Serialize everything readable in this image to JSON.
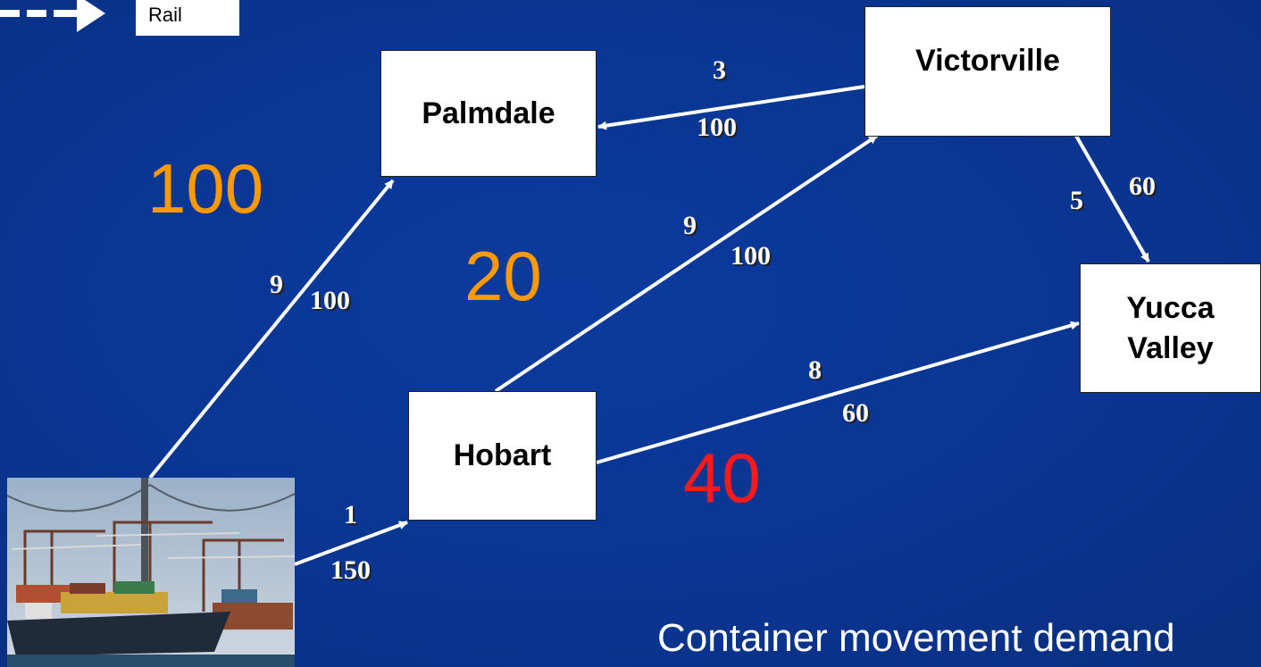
{
  "legend": {
    "label": "Rail"
  },
  "nodes": {
    "palmdale": "Palmdale",
    "victorville": "Victorville",
    "hobart": "Hobart",
    "yucca": "Yucca\nValley"
  },
  "edges": [
    {
      "id": "port-palmdale",
      "cost": "9",
      "capacity": "100"
    },
    {
      "id": "port-hobart",
      "cost": "1",
      "capacity": "150"
    },
    {
      "id": "victorville-palmdale",
      "cost": "3",
      "capacity": "100"
    },
    {
      "id": "hobart-victorville",
      "cost": "9",
      "capacity": "100"
    },
    {
      "id": "hobart-yucca",
      "cost": "8",
      "capacity": "60"
    },
    {
      "id": "victorville-yucca",
      "cost": "5",
      "capacity": "60"
    }
  ],
  "demands": {
    "palmdale": "100",
    "victorville": "20",
    "yucca": "40"
  },
  "colors": {
    "demand_orange": "#ff9900",
    "demand_red": "#ff1a1a"
  },
  "footer": "Container movement demand"
}
